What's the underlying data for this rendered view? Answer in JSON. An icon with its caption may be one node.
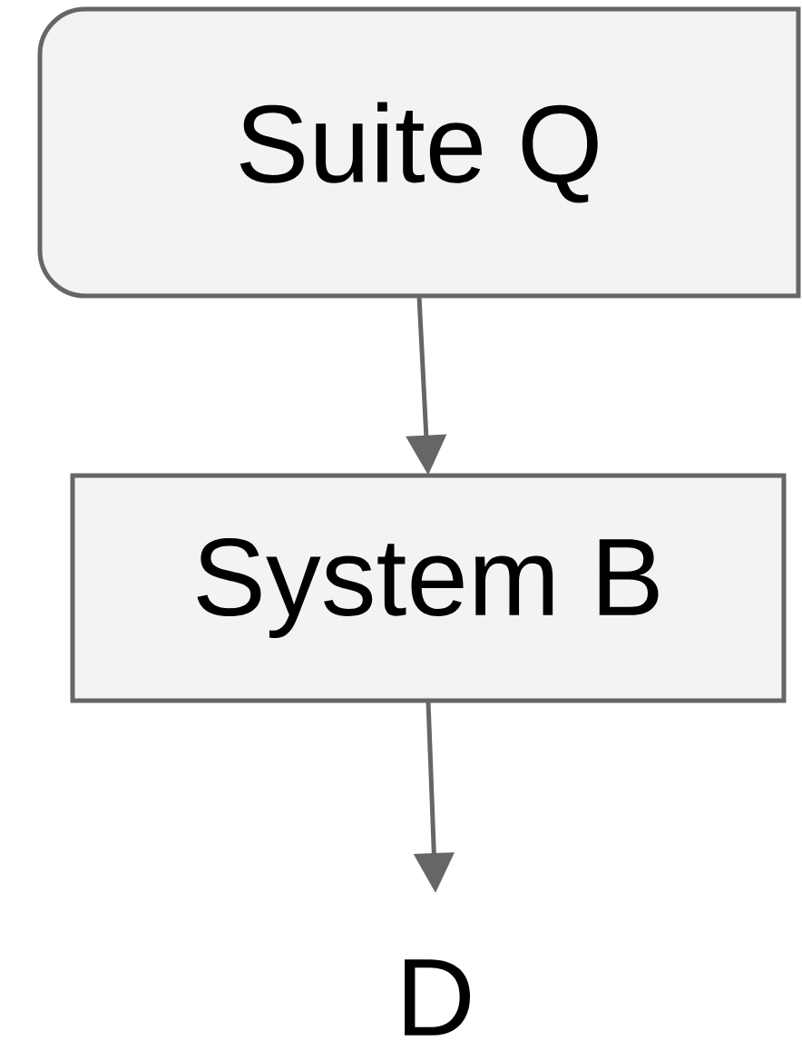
{
  "diagram": {
    "nodes": [
      {
        "text": [
          "Suite Q"
        ]
      },
      {
        "text": [
          "System B"
        ]
      },
      {
        "text": [
          "D"
        ]
      }
    ],
    "edges": [
      {
        "from": 0,
        "to": 1,
        "arrow": "to"
      },
      {
        "from": 1,
        "to": 2,
        "arrow": "to"
      }
    ]
  }
}
